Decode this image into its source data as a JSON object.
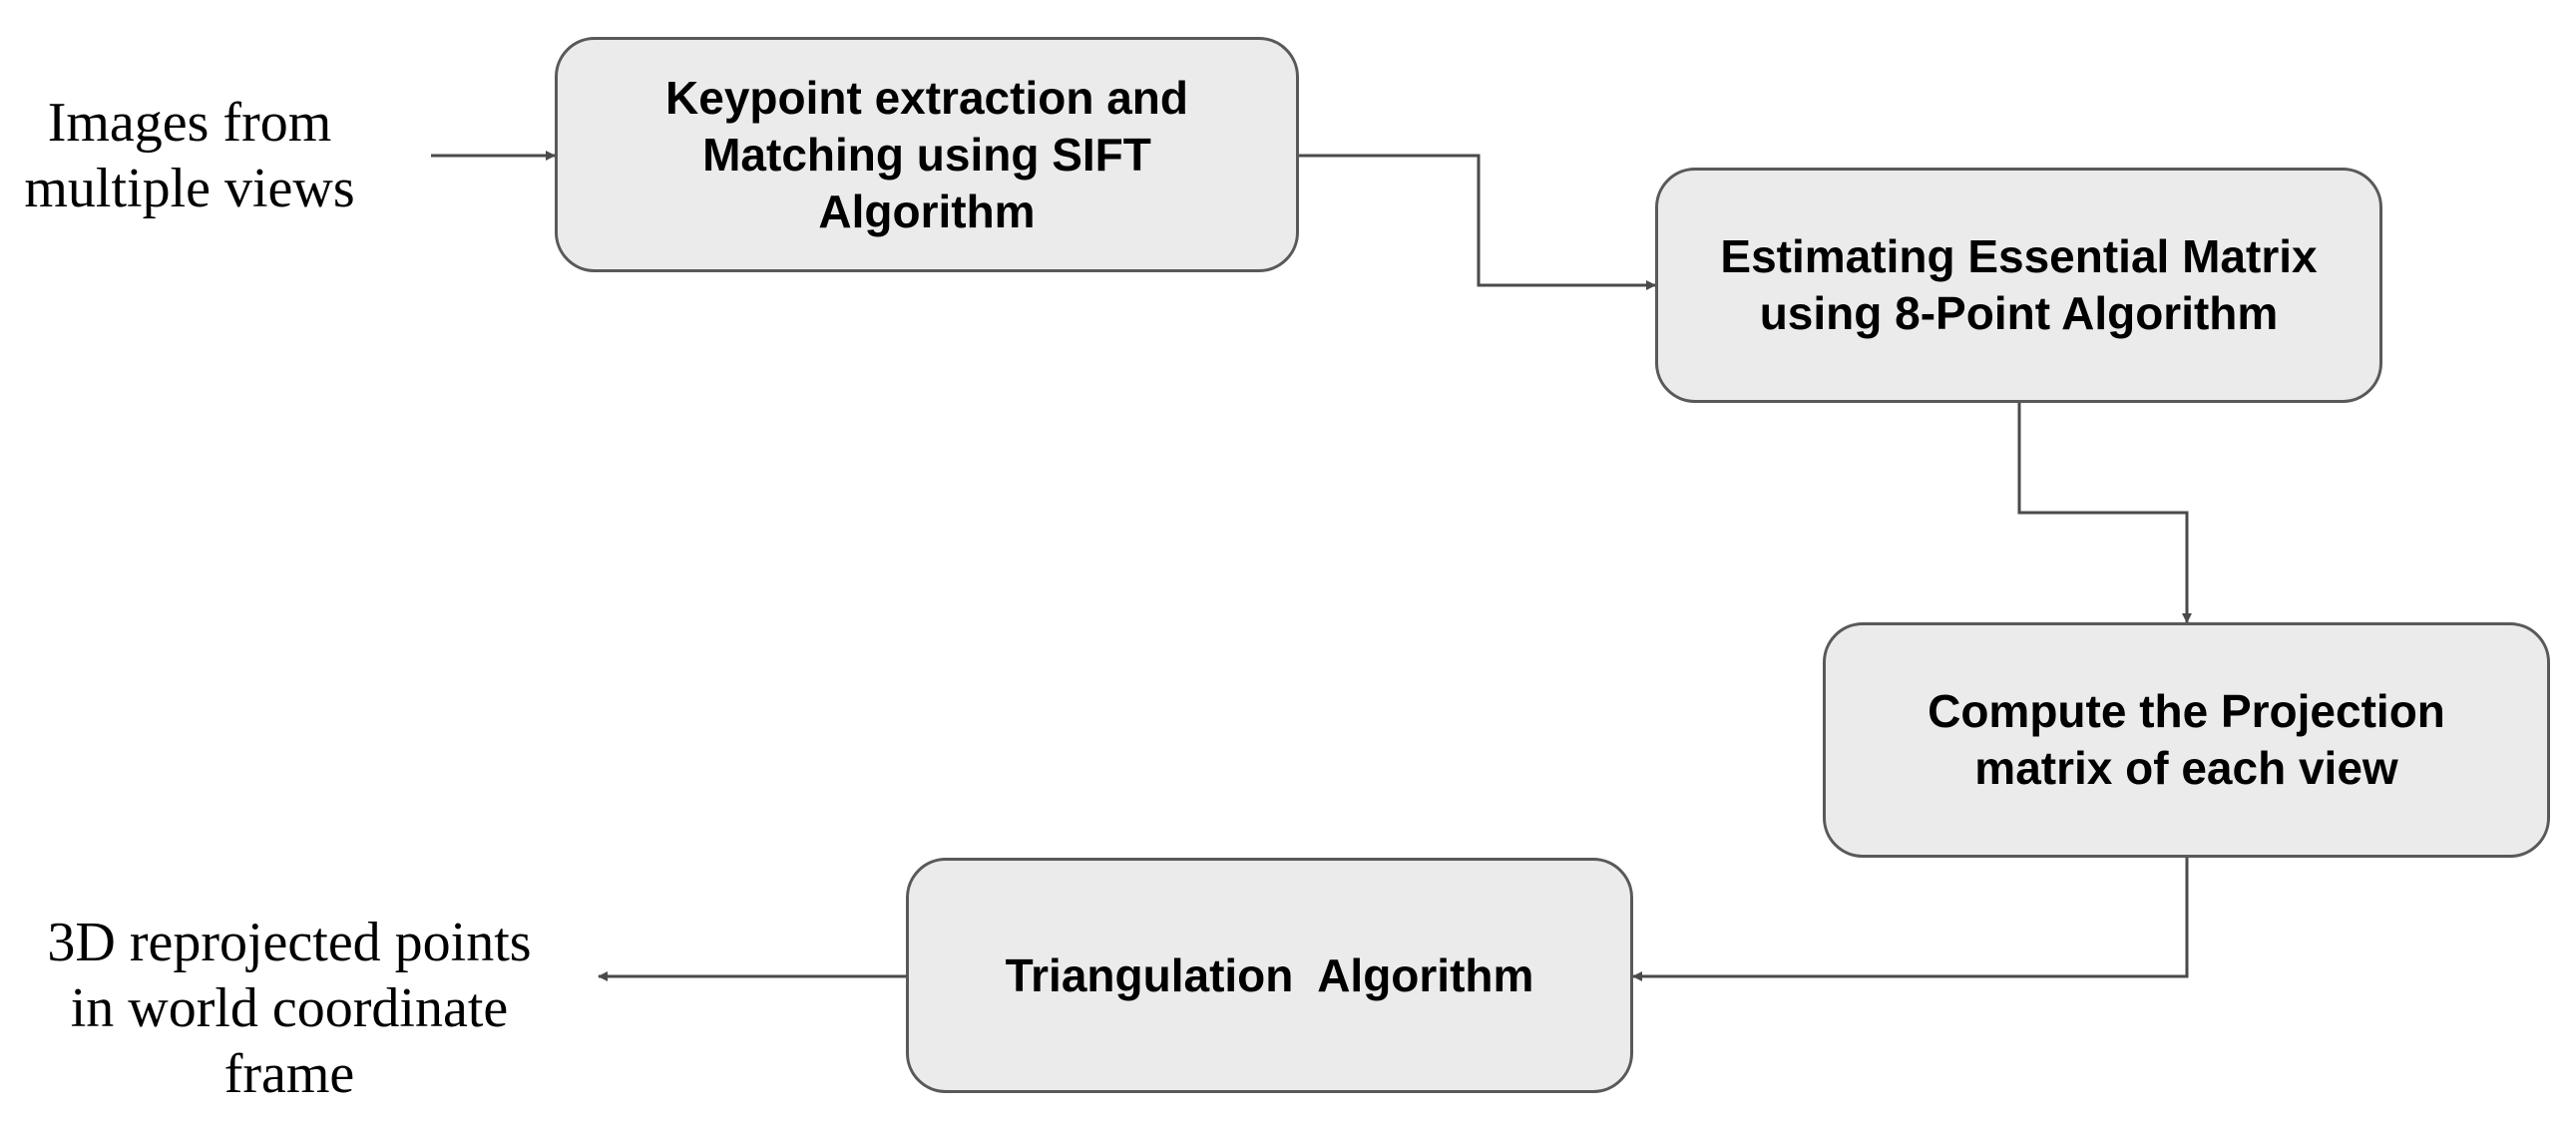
{
  "diagram": {
    "colors": {
      "node_fill": "#ebebeb",
      "node_border": "#595959",
      "connector": "#4a4a4a",
      "text": "#000000"
    },
    "input": {
      "lines": [
        "Images from",
        "multiple views"
      ]
    },
    "nodes": [
      {
        "id": "keypoint",
        "lines": [
          "Keypoint extraction and",
          "Matching using SIFT",
          "Algorithm"
        ]
      },
      {
        "id": "essential",
        "lines": [
          "Estimating Essential Matrix",
          "using 8-Point Algorithm"
        ]
      },
      {
        "id": "projection",
        "lines": [
          "Compute the Projection",
          "matrix of each view"
        ]
      },
      {
        "id": "triangulation",
        "lines": [
          "Triangulation  Algorithm"
        ]
      }
    ],
    "output": {
      "lines": [
        "3D reprojected points",
        "in world coordinate",
        "frame"
      ]
    },
    "edges": [
      {
        "from": "input",
        "to": "keypoint"
      },
      {
        "from": "keypoint",
        "to": "essential"
      },
      {
        "from": "essential",
        "to": "projection"
      },
      {
        "from": "projection",
        "to": "triangulation"
      },
      {
        "from": "triangulation",
        "to": "output"
      }
    ]
  }
}
